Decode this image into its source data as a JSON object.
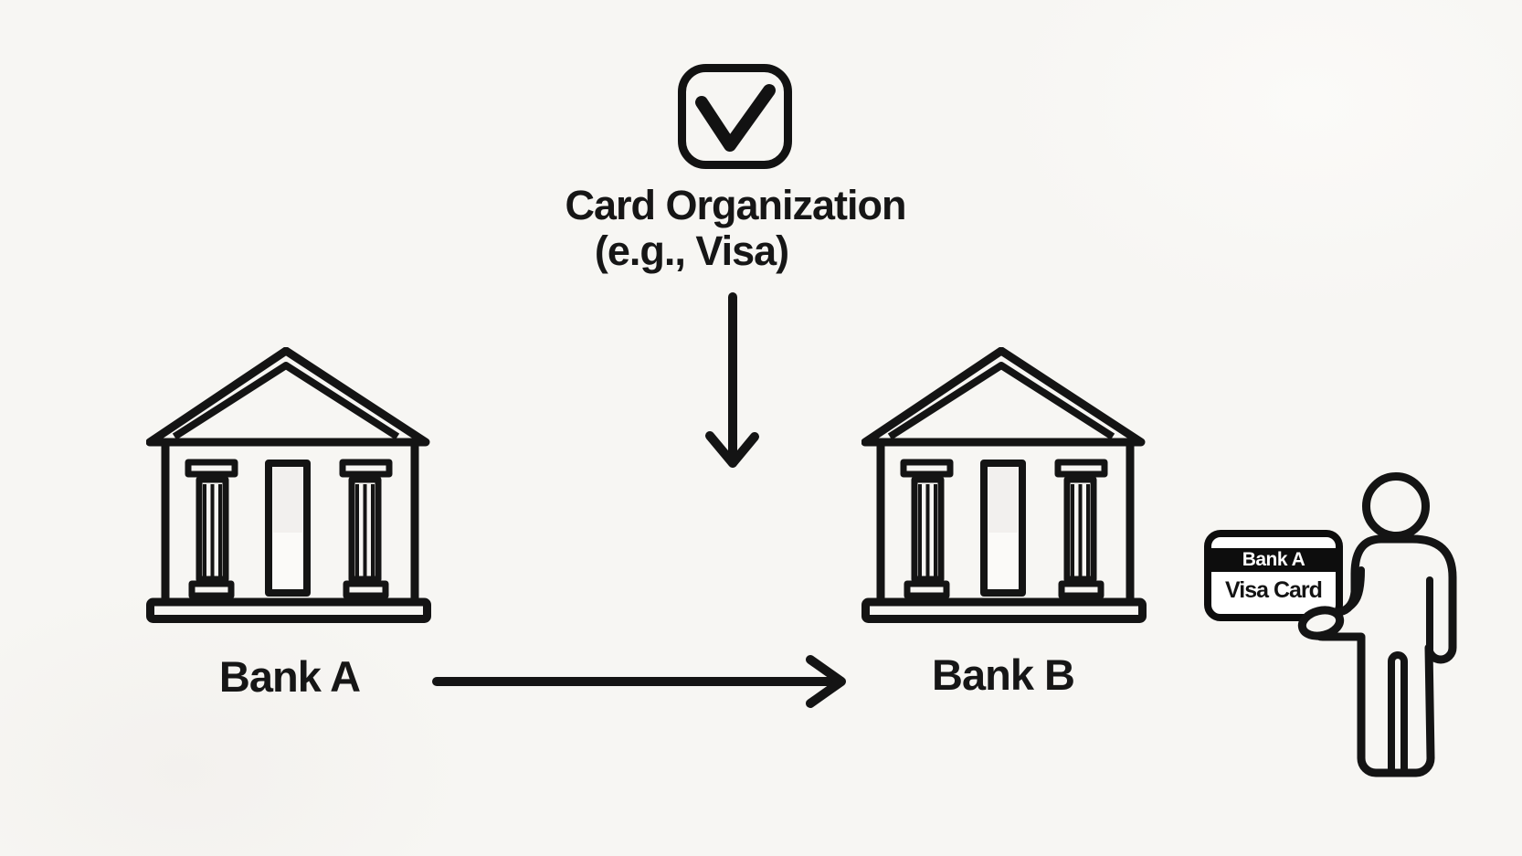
{
  "palette": {
    "background": "#f7f6f3",
    "ink": "#141414",
    "card_band": "#0d0d0d",
    "card_band_text": "#ffffff"
  },
  "nodes": {
    "card_organization": {
      "icon": "checkmark-icon",
      "title": "Card Organization",
      "subtitle": "(e.g., Visa)"
    },
    "bank_a": {
      "icon": "bank-building-icon",
      "label": "Bank A"
    },
    "bank_b": {
      "icon": "bank-building-icon",
      "label": "Bank B"
    },
    "cardholder": {
      "icon": "person-icon",
      "card": {
        "issuer": "Bank A",
        "product": "Visa Card"
      }
    }
  },
  "connections": [
    {
      "from": "card_organization",
      "direction": "down"
    },
    {
      "from": "bank_a",
      "to": "bank_b",
      "direction": "right"
    }
  ]
}
